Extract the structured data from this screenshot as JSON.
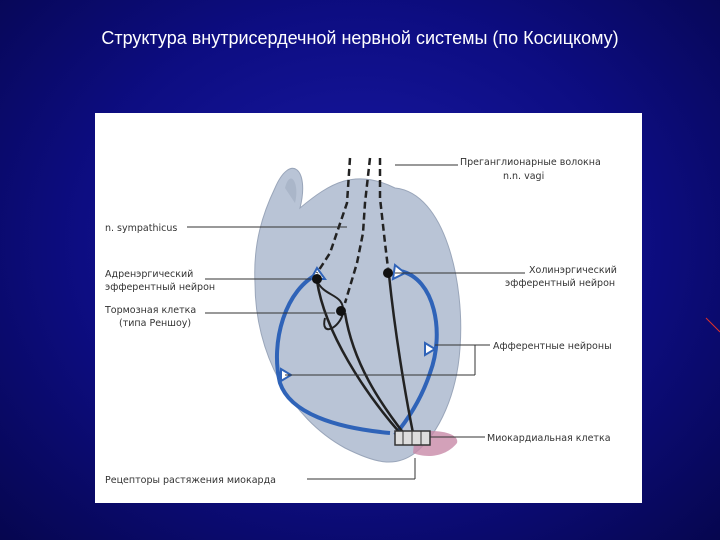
{
  "slide": {
    "title": "Структура внутрисердечной нервной системы (по Косицкому)"
  },
  "figure": {
    "labels": {
      "preganglionic_1": "Преганглионарные волокна",
      "preganglionic_2": "n.n. vagi",
      "sympathicus": "n. sympathicus",
      "adrenergic_1": "Адренэргический",
      "adrenergic_2": "эфферентный нейрон",
      "inhibitory_1": "Тормозная клетка",
      "inhibitory_2": "(типа Реншоу)",
      "cholinergic_1": "Холинэргический",
      "cholinergic_2": "эфферентный нейрон",
      "afferent": "Афферентные нейроны",
      "myocardial": "Миокардиальная клетка",
      "receptors": "Рецепторы растяжения миокарда"
    },
    "colors": {
      "heart_fill": "#b9c4d6",
      "afferent_blue": "#2f63b8",
      "fiber": "#222222"
    }
  }
}
